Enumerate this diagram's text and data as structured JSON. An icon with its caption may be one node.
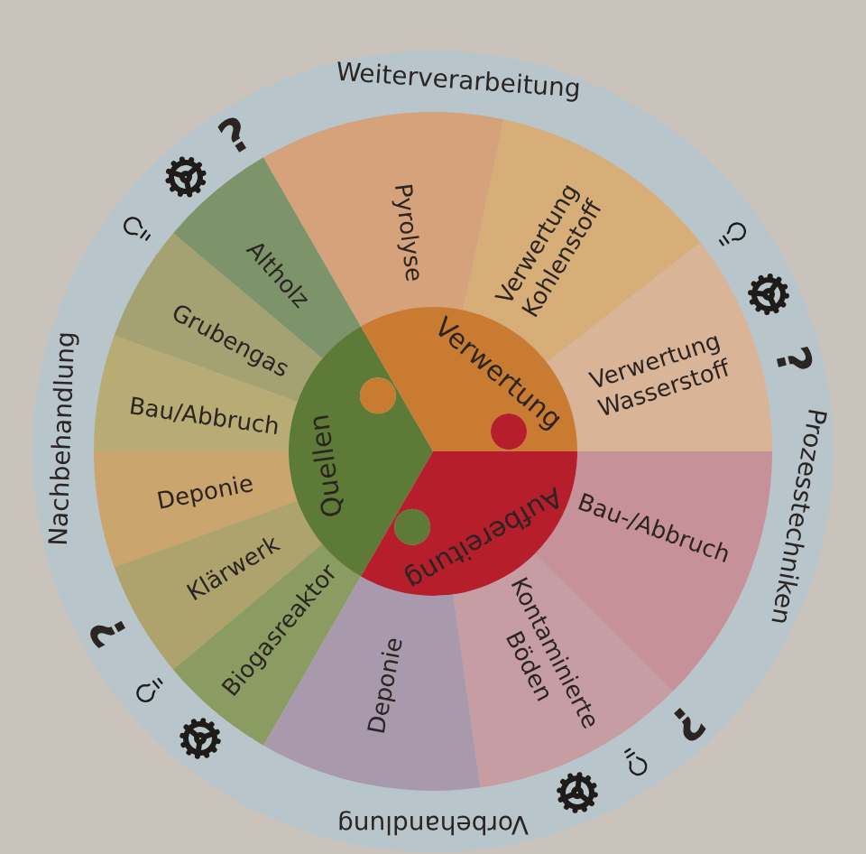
{
  "diagram": {
    "nodes": [
      {
        "text": [
          "Quellen"
        ]
      },
      {
        "text": [
          "Verwertung"
        ]
      },
      {
        "text": [
          "Aufbereitung"
        ]
      },
      {
        "text": [
          "Altholz"
        ]
      },
      {
        "text": [
          "Grubengas"
        ]
      },
      {
        "text": [
          "Bau/Abbruch"
        ]
      },
      {
        "text": [
          "Deponie"
        ]
      },
      {
        "text": [
          "Klärwerk"
        ]
      },
      {
        "text": [
          "Biogasreaktor"
        ]
      },
      {
        "text": [
          "Pyrolyse"
        ]
      },
      {
        "text": [
          "Verwertung Kohlenstoff"
        ]
      },
      {
        "text": [
          "Verwertung Wasserstoff"
        ]
      },
      {
        "text": [
          "Bau-/Abbruch"
        ]
      },
      {
        "text": [
          "Kontaminierte Böden"
        ]
      },
      {
        "text": [
          "Deponie"
        ]
      }
    ],
    "labels": [
      "Weiterverarbeitung",
      "Prozesstechniken",
      "Vorbehandlung",
      "Nachbehandlung",
      "?",
      "?",
      "?",
      "?"
    ]
  }
}
